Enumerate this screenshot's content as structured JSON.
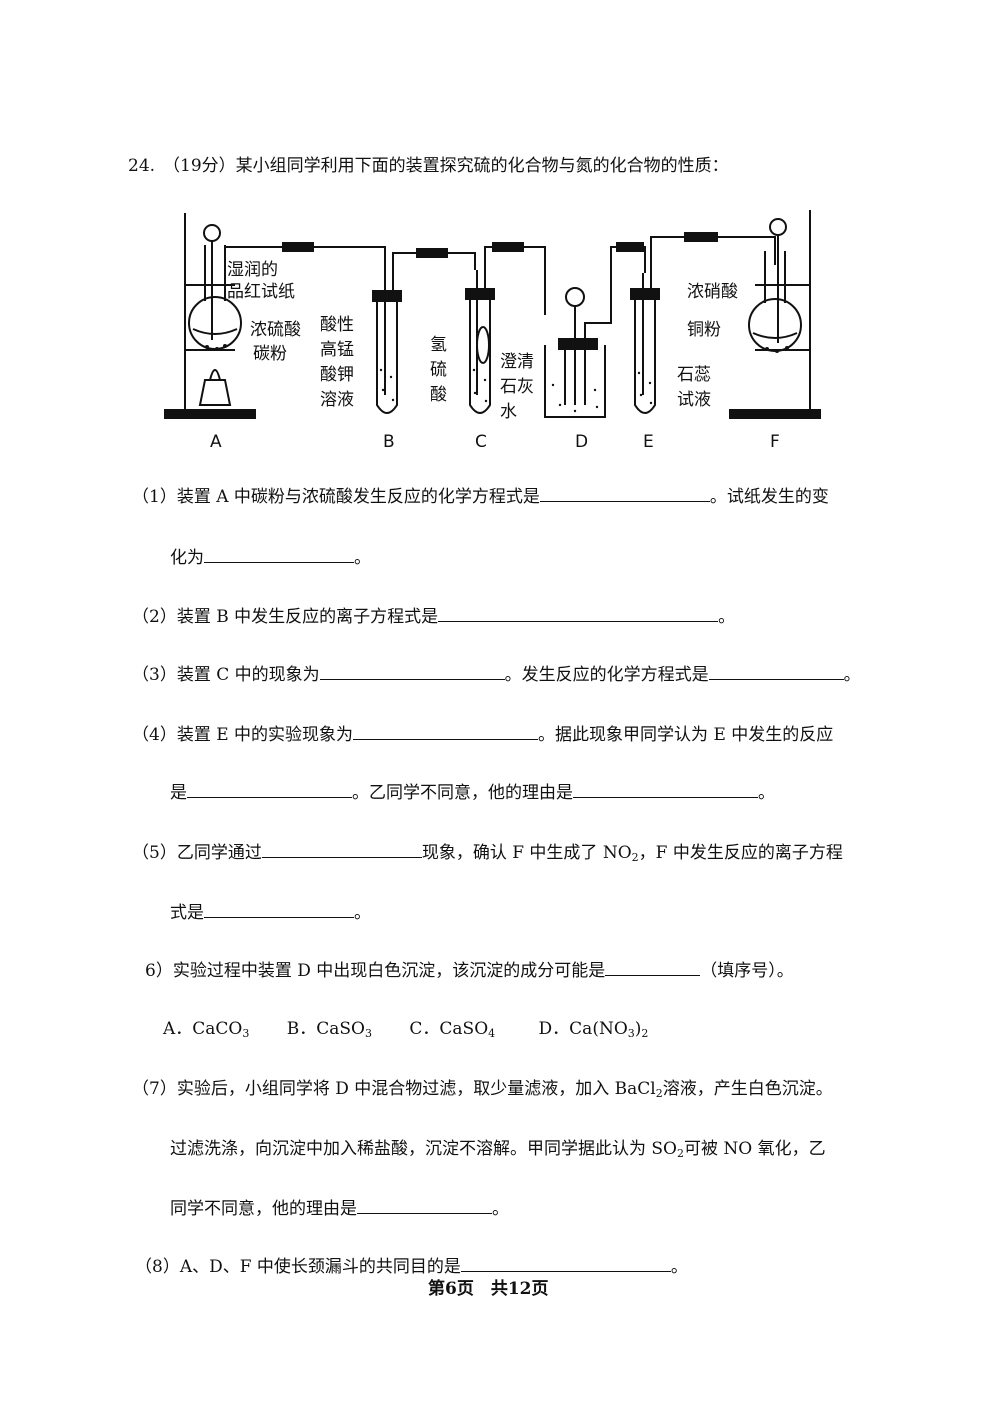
{
  "question": {
    "number": "24.",
    "header": "（19分）某小组同学利用下面的装置探究硫的化合物与氮的化合物的性质："
  },
  "apparatus": {
    "letters": [
      "A",
      "B",
      "C",
      "D",
      "E",
      "F"
    ],
    "labels": {
      "a_paper_1": "湿润的",
      "a_paper_2": "品红试纸",
      "a_acid": "浓硫酸",
      "a_carbon": "碳粉",
      "b_1": "酸性",
      "b_2": "高锰",
      "b_3": "酸钾",
      "b_4": "溶液",
      "c_1": "氢",
      "c_2": "硫",
      "c_3": "酸",
      "d_1": "澄清",
      "d_2": "石灰",
      "d_3": "水",
      "e_1": "石蕊",
      "e_2": "试液",
      "f_acid": "浓硝酸",
      "f_copper": "铜粉"
    }
  },
  "parts": {
    "p1_a": "（1）装置 A 中碳粉与浓硫酸发生反应的化学方程式是",
    "p1_b": "。试纸发生的变",
    "p1_c": "化为",
    "p1_d": "。",
    "p2_a": "（2）装置 B 中发生反应的离子方程式是",
    "p2_b": "。",
    "p3_a": "（3）装置 C 中的现象为",
    "p3_b": "。发生反应的化学方程式是",
    "p3_c": "。",
    "p4_a": "（4）装置 E 中的实验现象为",
    "p4_b": "。据此现象甲同学认为 E 中发生的反应",
    "p4_c": "是",
    "p4_d": "。乙同学不同意，他的理由是",
    "p4_e": "。",
    "p5_a": "（5）乙同学通过",
    "p5_b": "现象，确认 F 中生成了 NO",
    "p5_b_sub": "2",
    "p5_c": "，F 中发生反应的离子方程",
    "p5_d": "式是",
    "p5_e": "。",
    "p6_a": "6）实验过程中装置 D 中出现白色沉淀，该沉淀的成分可能是",
    "p6_b": "（填序号）。",
    "p6_opt_a": "A．CaCO",
    "p6_opt_a_sub": "3",
    "p6_opt_b": "B．CaSO",
    "p6_opt_b_sub": "3",
    "p6_opt_c": "C．CaSO",
    "p6_opt_c_sub": "4",
    "p6_opt_d": "D．Ca(NO",
    "p6_opt_d_sub": "3",
    "p6_opt_d_end": ")",
    "p6_opt_d_sub2": "2",
    "p7_a": "（7）实验后，小组同学将 D 中混合物过滤，取少量滤液，加入 BaCl",
    "p7_a_sub": "2",
    "p7_a2": "溶液，产生白色沉淀。",
    "p7_b": "过滤洗涤，向沉淀中加入稀盐酸，沉淀不溶解。甲同学据此认为 SO",
    "p7_b_sub": "2",
    "p7_b2": "可被 NO 氧化，乙",
    "p7_c": "同学不同意，他的理由是",
    "p7_d": "。",
    "p8_a": "（8）A、D、F 中使长颈漏斗的共同目的是",
    "p8_b": "。"
  },
  "footer": "第6页　共12页"
}
